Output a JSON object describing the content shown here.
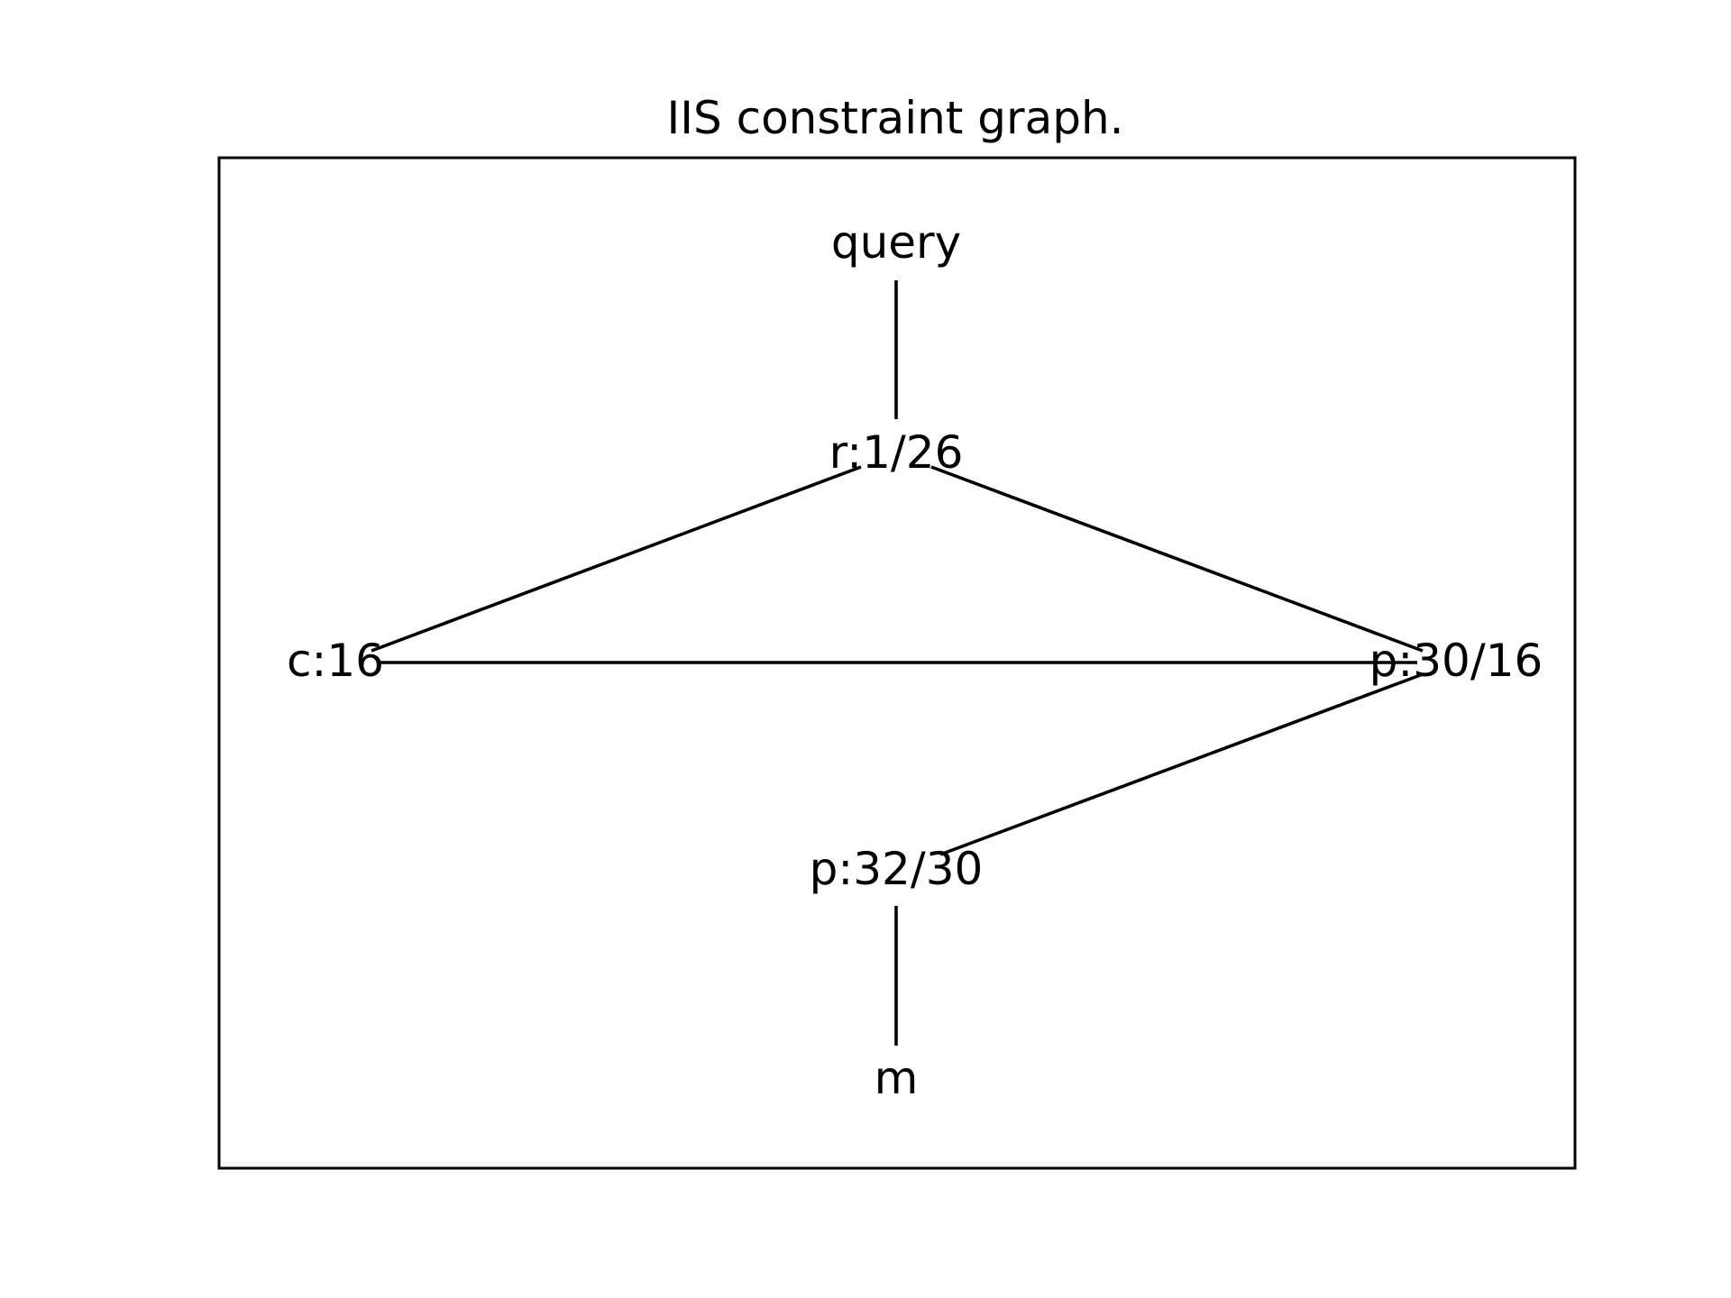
{
  "title": "IIS constraint graph.",
  "nodes": [
    {
      "id": "query",
      "label": "query"
    },
    {
      "id": "r1_26",
      "label": "r:1/26"
    },
    {
      "id": "c16",
      "label": "c:16"
    },
    {
      "id": "p30_16",
      "label": "p:30/16"
    },
    {
      "id": "p32_30",
      "label": "p:32/30"
    },
    {
      "id": "m",
      "label": "m"
    }
  ],
  "edges": [
    {
      "from": "query",
      "to": "r1_26"
    },
    {
      "from": "r1_26",
      "to": "c16"
    },
    {
      "from": "r1_26",
      "to": "p30_16"
    },
    {
      "from": "c16",
      "to": "p30_16"
    },
    {
      "from": "p30_16",
      "to": "p32_30"
    },
    {
      "from": "p32_30",
      "to": "m"
    }
  ],
  "colors": {
    "edge": "#000000",
    "text": "#000000",
    "background": "#ffffff"
  }
}
